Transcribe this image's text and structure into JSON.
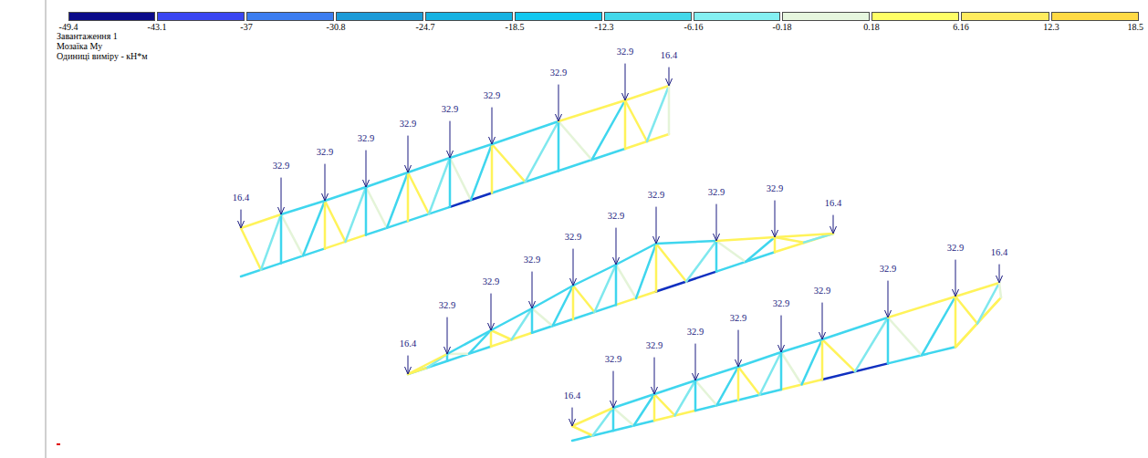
{
  "diagram": {
    "labels": [
      "Завантаження 1",
      "Мозаїка My",
      "Одиниці виміру - кН*м",
      "18.5",
      "16.4",
      "32.9",
      "32.9",
      "32.9",
      "32.9",
      "32.9",
      "32.9",
      "32.9",
      "32.9",
      "16.4",
      "16.4",
      "32.9",
      "32.9",
      "32.9",
      "32.9",
      "32.9",
      "32.9",
      "32.9",
      "32.9",
      "16.4",
      "16.4",
      "32.9",
      "32.9",
      "32.9",
      "32.9",
      "32.9",
      "32.9",
      "32.9",
      "32.9",
      "16.4"
    ],
    "legend": [
      {
        "text": "-49.4",
        "color": "#0b0b8a"
      },
      {
        "text": "-43.1",
        "color": "#3a46f2"
      },
      {
        "text": "-37",
        "color": "#3c7df0"
      },
      {
        "text": "-30.8",
        "color": "#1c9bd8"
      },
      {
        "text": "-24.7",
        "color": "#16b2e2"
      },
      {
        "text": "-18.5",
        "color": "#12c8f0"
      },
      {
        "text": "-12.3",
        "color": "#42d8ea"
      },
      {
        "text": "-6.16",
        "color": "#84f0f2"
      },
      {
        "text": "-0.18",
        "color": "#e6f6de"
      },
      {
        "text": "0.18",
        "color": "#ffff66"
      },
      {
        "text": "6.16",
        "color": "#ffec5e"
      },
      {
        "text": "12.3",
        "color": "#ffda44"
      }
    ]
  }
}
